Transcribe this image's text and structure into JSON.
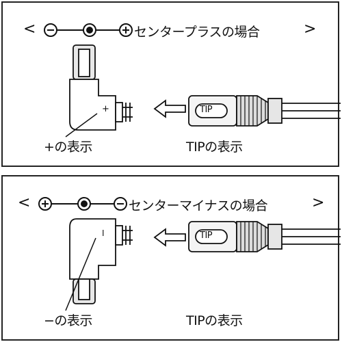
{
  "panels": [
    {
      "heading": "センタープラスの場合",
      "open_bracket": "<",
      "close_bracket": ">",
      "polarity_left": "minus",
      "polarity_right": "plus",
      "plug_marking": "+",
      "plug_label": "+の表示",
      "tip_badge": "TIP",
      "tip_label": "TIPの表示"
    },
    {
      "heading": "センターマイナスの場合",
      "open_bracket": "<",
      "close_bracket": ">",
      "polarity_left": "plus",
      "polarity_right": "minus",
      "plug_marking": "I",
      "plug_label": "−の表示",
      "tip_badge": "TIP",
      "tip_label": "TIPの表示"
    }
  ]
}
